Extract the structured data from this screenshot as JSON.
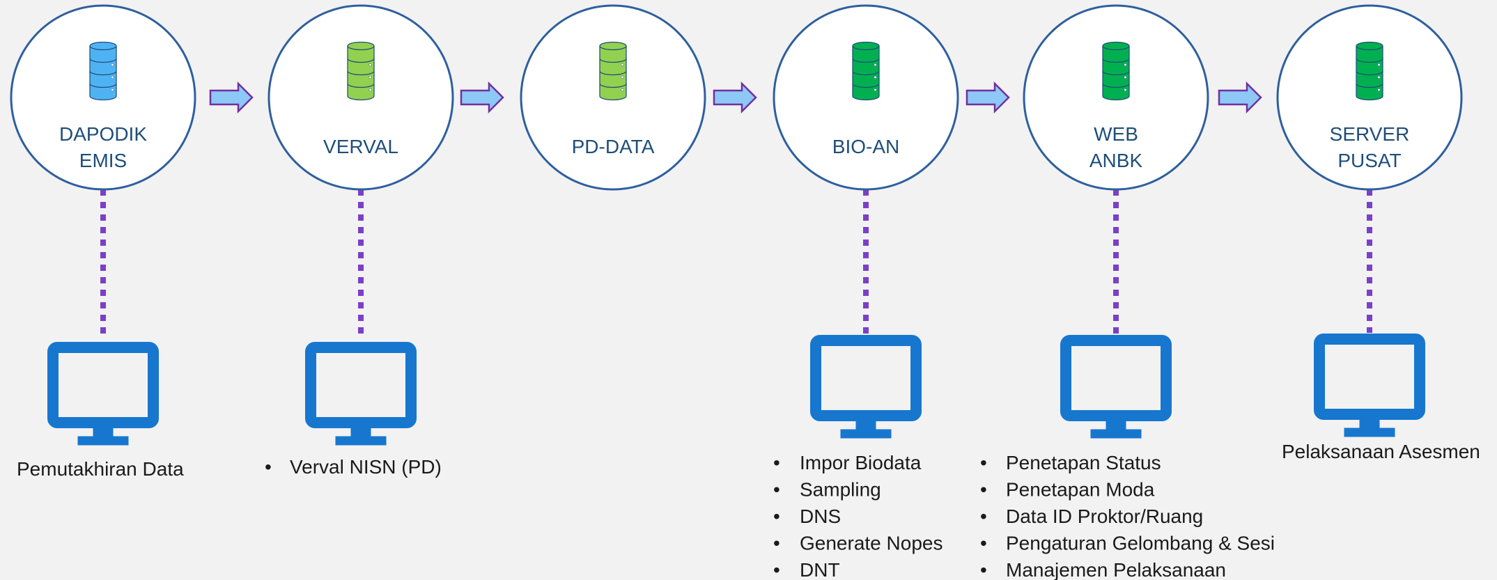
{
  "nodes": [
    {
      "id": "dapodik",
      "lines": [
        "DAPODIK",
        "EMIS"
      ],
      "icon": "database-icon",
      "db_color": "#4fb3f3",
      "db_stroke": "#1f4e79"
    },
    {
      "id": "verval",
      "lines": [
        "VERVAL"
      ],
      "icon": "database-icon",
      "db_color": "#92d050",
      "db_stroke": "#1f4e79"
    },
    {
      "id": "pd-data",
      "lines": [
        "PD-DATA"
      ],
      "icon": "database-icon",
      "db_color": "#92d050",
      "db_stroke": "#1f4e79"
    },
    {
      "id": "bio-an",
      "lines": [
        "BIO-AN"
      ],
      "icon": "database-icon",
      "db_color": "#00b050",
      "db_stroke": "#1f4e79"
    },
    {
      "id": "web-anbk",
      "lines": [
        "WEB",
        "ANBK"
      ],
      "icon": "database-icon",
      "db_color": "#00b050",
      "db_stroke": "#1f4e79"
    },
    {
      "id": "server-pusat",
      "lines": [
        "SERVER",
        "PUSAT"
      ],
      "icon": "database-icon",
      "db_color": "#00b050",
      "db_stroke": "#1f4e79"
    }
  ],
  "colors": {
    "circle_fill": "#ffffff",
    "circle_stroke": "#2e5f9e",
    "arrow_fill": "#8ec8f6",
    "arrow_stroke": "#7030a0",
    "dotted_line": "#7b3fc8",
    "monitor": "#1777cf",
    "node_text": "#1f4e79"
  },
  "captions": {
    "dapodik": "Pemutakhiran Data",
    "server_pusat": "Pelaksanaan Asesmen"
  },
  "lists": {
    "verval": [
      "Verval NISN (PD)"
    ],
    "bio_an": [
      "Impor Biodata",
      "Sampling",
      "DNS",
      "Generate Nopes",
      "DNT"
    ],
    "web_anbk": [
      "Penetapan Status",
      "Penetapan Moda",
      "Data ID Proktor/Ruang",
      "Pengaturan Gelombang & Sesi",
      "Manajemen Pelaksanaan"
    ]
  },
  "bullet": "•"
}
